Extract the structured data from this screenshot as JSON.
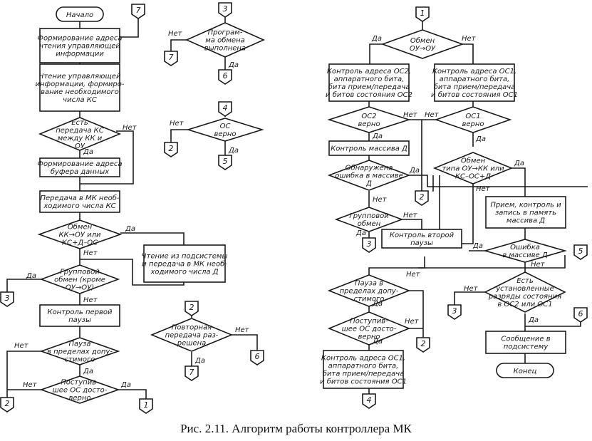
{
  "title": "Алгоритм работы контроллера МК",
  "caption": "Рис. 2.11. Алгоритм работы контроллера МК",
  "labels": {
    "yes": "Да",
    "no": "Нет"
  },
  "left_column": {
    "start": "Начало",
    "connector_in": "7",
    "b1": [
      "Формирование адреса",
      "чтения управляющей",
      "информации"
    ],
    "b2": [
      "Чтение управляющей",
      "информации, формиро-",
      "вание необходимого",
      "числа КС"
    ],
    "d1": [
      "Есть",
      "передача КС",
      "между КК и",
      "ОУ"
    ],
    "b3": [
      "Формирование адреса",
      "буфера данных"
    ],
    "b4": [
      "Передача в МК необ-",
      "ходимого числа КС"
    ],
    "d2": [
      "Обмен",
      "КК→ОУ или",
      "КС+Д–ОС"
    ],
    "b5": [
      "Чтение из подсистемы",
      "и передача в МК необ-",
      "ходимого числа Д"
    ],
    "d3": [
      "Групповой",
      "обмен (кроме",
      "ОУ→ОУ)"
    ],
    "c3": "3",
    "b6": [
      "Контроль первой",
      "паузы"
    ],
    "d4": [
      "Пауза",
      "в пределах допу-",
      "стимого"
    ],
    "d5": [
      "Поступив-",
      "шее ОС досто-",
      "верно"
    ],
    "c2": "2",
    "c1": "1"
  },
  "middle_column": {
    "g1": {
      "in": "3",
      "decision": [
        "Програм-",
        "ма обмена",
        "выполнена"
      ],
      "no_to": "7",
      "yes_to": "6"
    },
    "g2": {
      "in": "4",
      "decision": [
        "ОС",
        "верно"
      ],
      "no_to": "2",
      "yes_to": "5"
    },
    "g3": {
      "in": "2",
      "decision": [
        "Повторная",
        "передача раз-",
        "решена"
      ],
      "no_to": "6",
      "yes_to": "7"
    }
  },
  "right_column": {
    "connector_in": "1",
    "d1": [
      "Обмен",
      "ОУ→ОУ"
    ],
    "bl1": [
      "Контроль адреса ОС2,",
      "аппаратного бита,",
      "бита прием/передача",
      "и битов состояния ОС2"
    ],
    "br1": [
      "Контроль адреса ОС1,",
      "аппаратного бита,",
      "бита прием/передача",
      "и битов состояния ОС1"
    ],
    "dl2": [
      "ОС2",
      "верно"
    ],
    "dr2": [
      "ОС1",
      "верно"
    ],
    "bl2": [
      "Контроль массива Д"
    ],
    "dl3": [
      "Обнаружена",
      "ошибка в массиве",
      "Д"
    ],
    "c2": "2",
    "dr3": [
      "Обмен",
      "типа ОУ→КК или",
      "КС–ОС+Д"
    ],
    "br2": [
      "Прием, контроль и",
      "запись в память",
      "массива Д"
    ],
    "dl4": [
      "Групповой",
      "обмен"
    ],
    "c3a": "3",
    "bl3": [
      "Контроль второй",
      "паузы"
    ],
    "dr4": [
      "Ошибка",
      "в массиве Д"
    ],
    "c5": "5",
    "dl5": [
      "Пауза в",
      "пределах допу-",
      "стимого"
    ],
    "dr5": [
      "Есть",
      "установленные",
      "разряды состояния",
      "в ОС2 или ОС1"
    ],
    "c3b": "3",
    "c6": "6",
    "dl6": [
      "Поступив-",
      "шее ОС досто-",
      "верно"
    ],
    "c2b": "2",
    "bl4": [
      "Контроль адреса ОС1,",
      "аппаратного бита,",
      "бита прием/передача",
      "и битов состояния ОС1"
    ],
    "c4": "4",
    "br3": [
      "Сообщение в",
      "подсистему"
    ],
    "end": "Конец"
  }
}
